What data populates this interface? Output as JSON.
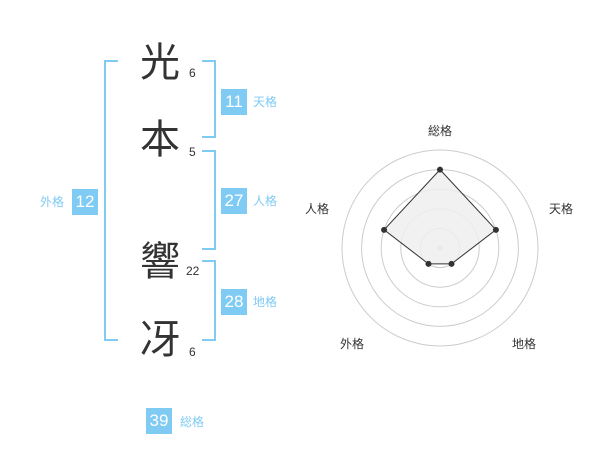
{
  "name_chars": [
    {
      "char": "光",
      "strokes": "6"
    },
    {
      "char": "本",
      "strokes": "5"
    },
    {
      "char": "響",
      "strokes": "22"
    },
    {
      "char": "冴",
      "strokes": "6"
    }
  ],
  "fortunes": {
    "tenkaku": {
      "value": "11",
      "label": "天格"
    },
    "jinkaku": {
      "value": "27",
      "label": "人格"
    },
    "chikaku": {
      "value": "28",
      "label": "地格"
    },
    "gaikaku": {
      "value": "12",
      "label": "外格"
    },
    "soukaku": {
      "value": "39",
      "label": "総格"
    }
  },
  "colors": {
    "accent": "#7fcbf4",
    "text": "#333333",
    "radar_fill": "#eeeeee",
    "radar_grid": "#cccccc"
  },
  "chart_data": {
    "type": "radar",
    "axes": [
      "総格",
      "天格",
      "地格",
      "外格",
      "人格"
    ],
    "values": [
      4,
      3,
      1,
      1,
      3
    ],
    "max": 5,
    "rings": 5
  }
}
